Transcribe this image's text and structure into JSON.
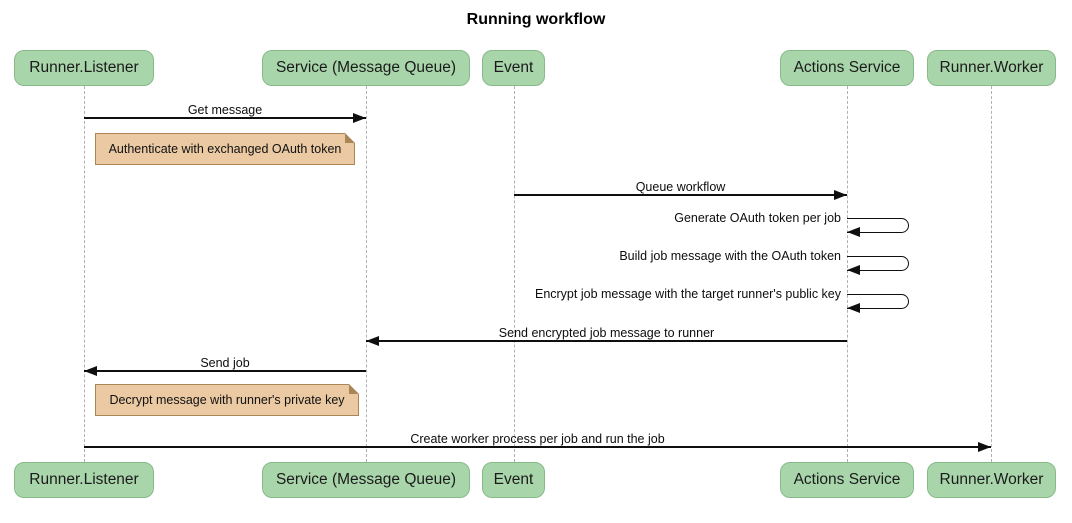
{
  "title": "Running workflow",
  "colors": {
    "background": "#ffffff",
    "actor_fill": "#a9d5ab",
    "actor_border": "#86bb88",
    "note_fill": "#eac9a3",
    "note_border": "#aa8556",
    "lifeline": "#b0b0b0",
    "arrow": "#0f0f0f"
  },
  "participants": [
    {
      "label": "Runner.Listener"
    },
    {
      "label": "Service (Message Queue)"
    },
    {
      "label": "Event"
    },
    {
      "label": "Actions Service"
    },
    {
      "label": "Runner.Worker"
    }
  ],
  "messages": [
    {
      "label": "Get message",
      "from": "Runner.Listener",
      "to": "Service (Message Queue)",
      "type": "solid-arrow"
    },
    {
      "label": "Queue workflow",
      "from": "Event",
      "to": "Actions Service",
      "type": "solid-arrow"
    },
    {
      "label": "Generate OAuth token per job",
      "from": "Actions Service",
      "to": "Actions Service",
      "type": "self-loop"
    },
    {
      "label": "Build job message with the OAuth token",
      "from": "Actions Service",
      "to": "Actions Service",
      "type": "self-loop"
    },
    {
      "label": "Encrypt job message with the target runner's public key",
      "from": "Actions Service",
      "to": "Actions Service",
      "type": "self-loop"
    },
    {
      "label": "Send encrypted job message to runner",
      "from": "Actions Service",
      "to": "Service (Message Queue)",
      "type": "solid-arrow"
    },
    {
      "label": "Send job",
      "from": "Service (Message Queue)",
      "to": "Runner.Listener",
      "type": "solid-arrow"
    },
    {
      "label": "Create worker process per job and run the job",
      "from": "Runner.Listener",
      "to": "Runner.Worker",
      "type": "solid-arrow"
    }
  ],
  "notes": [
    {
      "label": "Authenticate with exchanged OAuth token",
      "over": "Runner.Listener"
    },
    {
      "label": "Decrypt message with runner's private key",
      "over": "Runner.Listener"
    }
  ]
}
